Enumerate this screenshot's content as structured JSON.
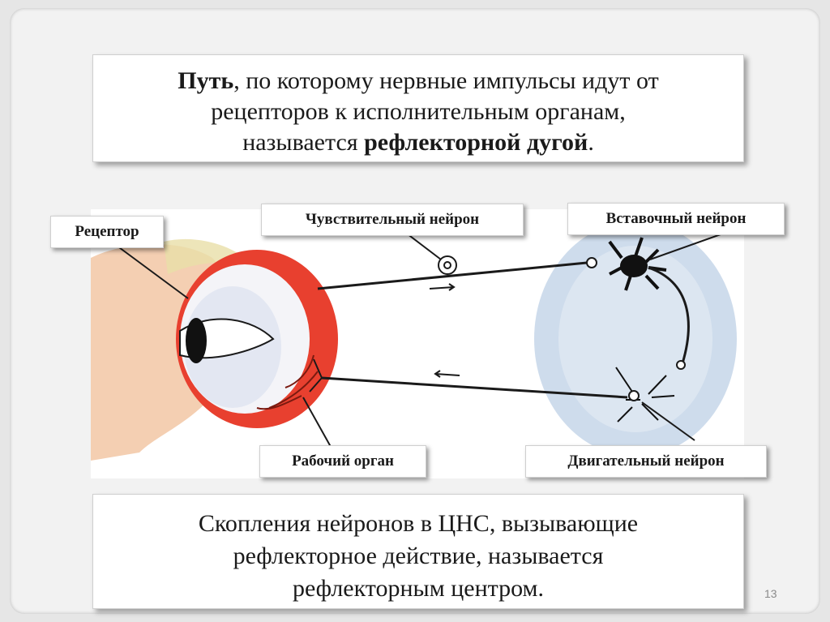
{
  "definition": {
    "line1_bold": "Путь",
    "line1_rest": ", по которому нервные импульсы  идут от",
    "line2": "рецепторов к исполнительным органам,",
    "line3_pre": "называется ",
    "line3_bold": "рефлекторной дугой",
    "line3_post": "."
  },
  "labels": {
    "receptor": "Рецептор",
    "sensory_neuron": "Чувствительный нейрон",
    "interneuron": "Вставочный нейрон",
    "working_organ": "Рабочий орган",
    "motor_neuron": "Двигательный нейрон"
  },
  "bottom": {
    "line1": "Скопления нейронов в ЦНС, вызывающие",
    "line2": "рефлекторное действие, называется",
    "line3": "рефлекторным центром."
  },
  "page_number": "13",
  "colors": {
    "eye_red": "#e8402f",
    "skin": "#f2c7a4",
    "cns_blue": "#c9d8ea",
    "line": "#1a1a1a"
  }
}
